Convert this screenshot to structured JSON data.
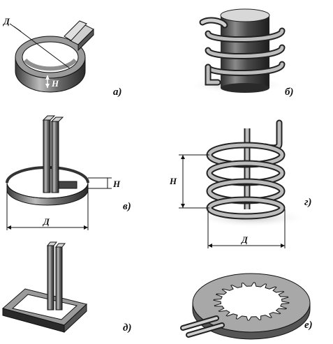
{
  "panels": [
    {
      "key": "a",
      "label": "а)",
      "dims": [
        "Д",
        "H"
      ]
    },
    {
      "key": "b",
      "label": "б)",
      "dims": []
    },
    {
      "key": "v",
      "label": "в)",
      "dims": [
        "H",
        "Д"
      ]
    },
    {
      "key": "g",
      "label": "г)",
      "dims": [
        "H",
        "Д"
      ]
    },
    {
      "key": "d",
      "label": "д)",
      "dims": []
    },
    {
      "key": "e",
      "label": "е)",
      "dims": []
    }
  ]
}
